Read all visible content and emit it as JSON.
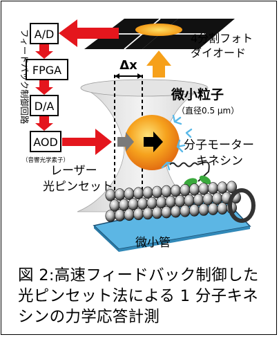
{
  "diagram": {
    "blocks": [
      "A/D",
      "FPGA",
      "D/A",
      "AOD"
    ],
    "aod_sub": "（音響光学素子）",
    "feedback_label": "フィードバック制御回路",
    "detector_label": [
      "4分割フォト",
      "ダイオード"
    ],
    "displacement": "Δx",
    "particle_label": "微小粒子",
    "particle_size": "（直径0.5 μm）",
    "motor_label": [
      "分子モーター",
      "キネシン"
    ],
    "tweezers_label": [
      "レーザー",
      "光ピンセット"
    ],
    "microtubule_label": "微小管"
  },
  "caption": {
    "lines": [
      "図 2:高速フィードバック制御した",
      "光ピンセット法による 1 分子キネ",
      "シンの力学応答計測"
    ]
  },
  "colors": {
    "arrow_red": "#e4161d",
    "arrow_orange": "#f6a01a",
    "bead": "#f6a21d",
    "plate": "#5cb6e4",
    "motor": "#3aa93c"
  }
}
